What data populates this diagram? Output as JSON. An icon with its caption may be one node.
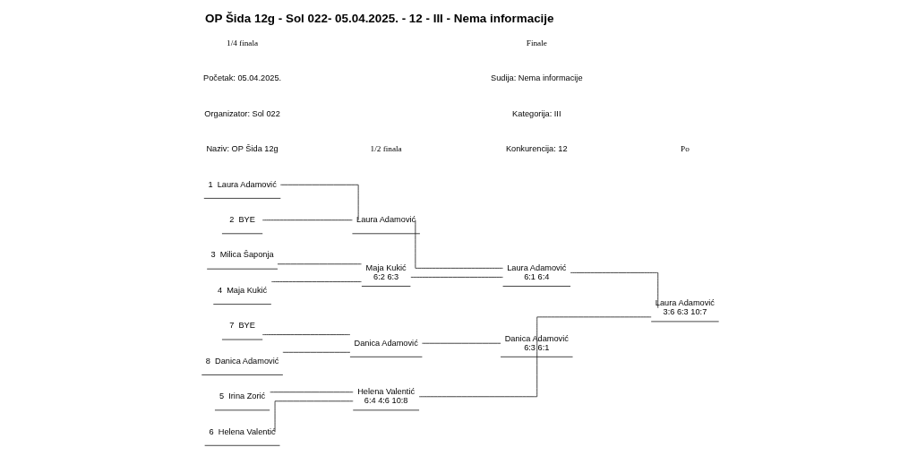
{
  "diagram": {
    "title": "OP Šida 12g - Sol 022- 05.04.2025. - 12 - III - Nema informacije",
    "nodes": [
      {
        "text": [
          "1  Laura Adamović"
        ]
      },
      {
        "text": [
          "2  BYE"
        ]
      },
      {
        "text": [
          "3  Milica Šaponja"
        ]
      },
      {
        "text": [
          "4  Maja Kukić"
        ]
      },
      {
        "text": [
          "5  Irina Zorić"
        ]
      },
      {
        "text": [
          "6  Helena Valentić"
        ]
      },
      {
        "text": [
          "7  BYE"
        ]
      },
      {
        "text": [
          "8  Danica Adamović"
        ]
      },
      {
        "text": [
          "Laura Adamović"
        ]
      },
      {
        "text": [
          "Maja Kukić",
          "6:2 6:3"
        ]
      },
      {
        "text": [
          "Helena Valentić",
          "6:4 4:6 10:8"
        ]
      },
      {
        "text": [
          "Danica Adamović"
        ]
      },
      {
        "text": [
          "Laura Adamović",
          "6:1 6:4"
        ]
      },
      {
        "text": [
          "Danica Adamović",
          "6:3 6:1"
        ]
      },
      {
        "text": [
          "Laura Adamović",
          "3:6 6:3 10:7"
        ]
      }
    ],
    "edges": [
      {
        "from": 0,
        "to": 8,
        "arrow": "none"
      },
      {
        "from": 1,
        "to": 8,
        "arrow": "none"
      },
      {
        "from": 2,
        "to": 9,
        "arrow": "none"
      },
      {
        "from": 3,
        "to": 9,
        "arrow": "none"
      },
      {
        "from": 4,
        "to": 10,
        "arrow": "none"
      },
      {
        "from": 5,
        "to": 10,
        "arrow": "none"
      },
      {
        "from": 6,
        "to": 11,
        "arrow": "none"
      },
      {
        "from": 7,
        "to": 11,
        "arrow": "none"
      },
      {
        "from": 8,
        "to": 12,
        "arrow": "none"
      },
      {
        "from": 9,
        "to": 12,
        "arrow": "none"
      },
      {
        "from": 10,
        "to": 13,
        "arrow": "none"
      },
      {
        "from": 11,
        "to": 13,
        "arrow": "none"
      },
      {
        "from": 12,
        "to": 14,
        "arrow": "none"
      },
      {
        "from": 13,
        "to": 14,
        "arrow": "none"
      }
    ],
    "labels": [
      "Naziv: OP Šida 12g",
      "Organizator: Sol 022",
      "Početak: 05.04.2025.",
      "Konkurencija: 12",
      "Kategorija: III",
      "Sudija: Nema informacije",
      "1/4 finala",
      "1/2 finala",
      "Finale",
      "Po"
    ]
  }
}
